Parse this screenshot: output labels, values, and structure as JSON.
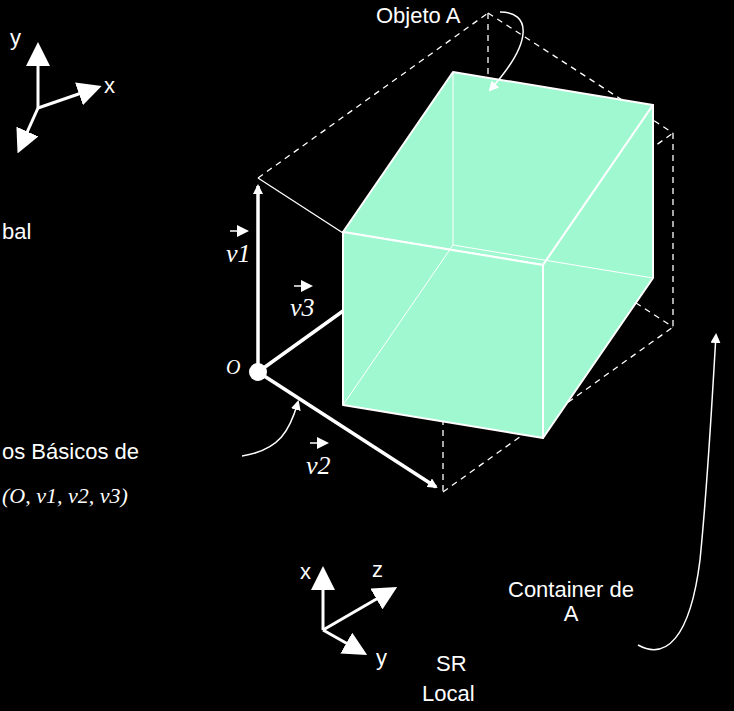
{
  "diagram": {
    "labels": [
      "Objeto A",
      "y",
      "x",
      "bal",
      "v1",
      "v3",
      "O",
      "os Básicos de",
      "(O, v1, v2, v3)",
      "v2",
      "Container de A",
      "x",
      "z",
      "y",
      "SR",
      "Local"
    ]
  }
}
